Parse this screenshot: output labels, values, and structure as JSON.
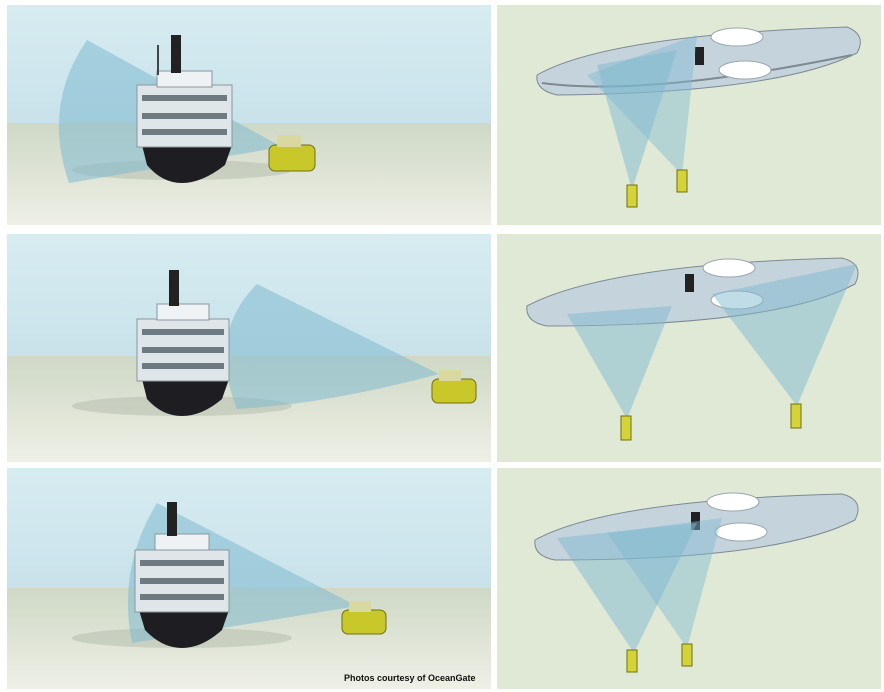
{
  "credit": "Photos courtesy of OceanGate",
  "panels": [
    {
      "view": "side",
      "row": 1,
      "beam": "upper-left"
    },
    {
      "view": "top",
      "row": 1,
      "beam": "crossing"
    },
    {
      "view": "side",
      "row": 2,
      "beam": "open-water"
    },
    {
      "view": "top",
      "row": 2,
      "beam": "parallel"
    },
    {
      "view": "side",
      "row": 3,
      "beam": "hull"
    },
    {
      "view": "top",
      "row": 3,
      "beam": "converging"
    }
  ],
  "colors": {
    "sky": "#d3e8ec",
    "seafloor": "#e2e7d8",
    "hull": "#1e1e22",
    "beam": "#7fb9d0",
    "rov": "#c8c82a",
    "deck": "#c5d3dc",
    "lifeboat": "#ffffff"
  }
}
